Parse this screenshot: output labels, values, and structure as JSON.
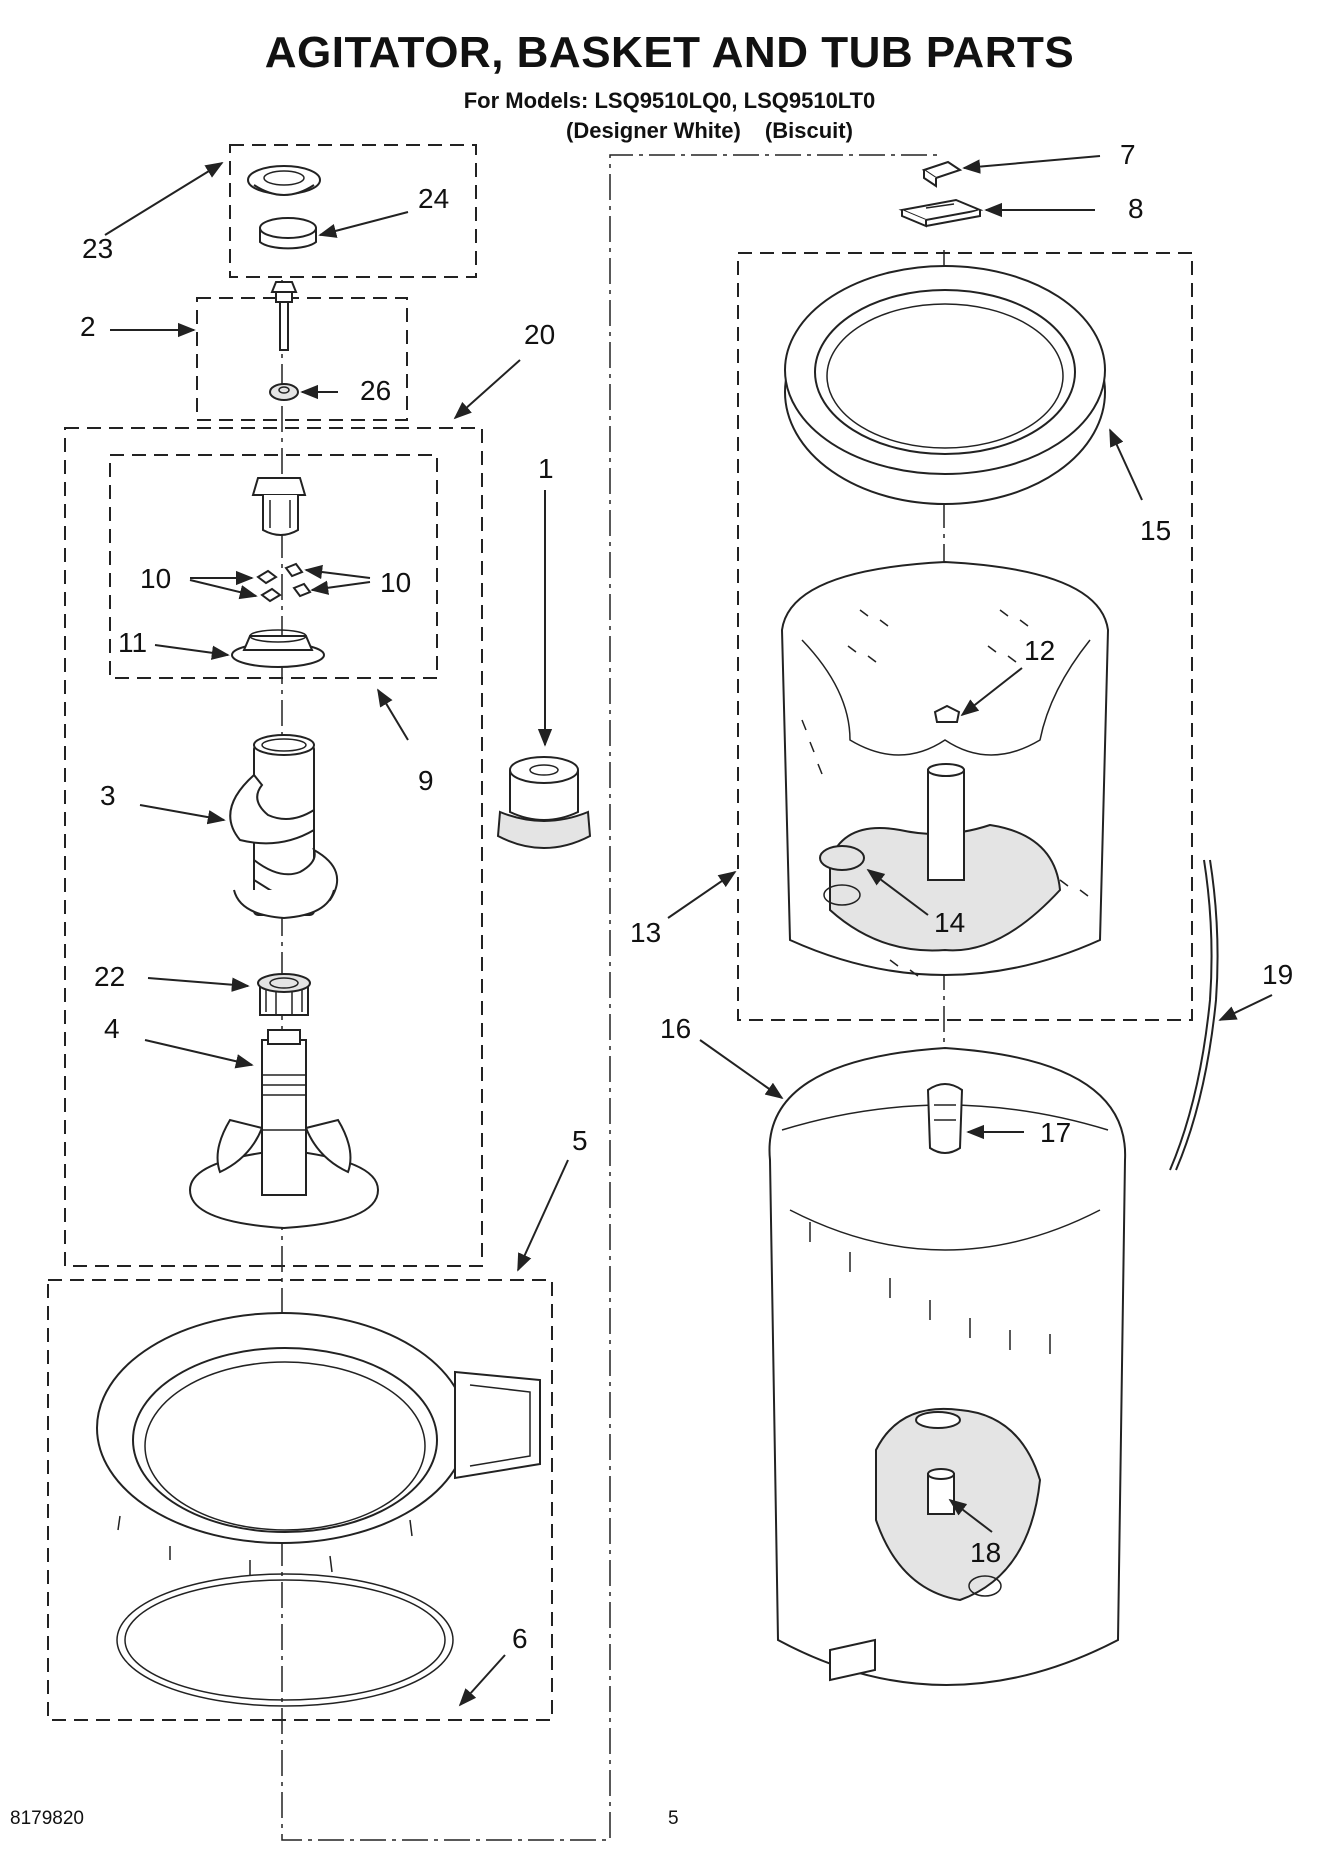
{
  "title": "AGITATOR, BASKET AND TUB PARTS",
  "models_line": "For Models: LSQ9510LQ0, LSQ9510LT0",
  "variants": [
    "(Designer White)",
    "(Biscuit)"
  ],
  "callouts": {
    "c1": "1",
    "c2": "2",
    "c3": "3",
    "c4": "4",
    "c5": "5",
    "c6": "6",
    "c7": "7",
    "c8": "8",
    "c9": "9",
    "c10a": "10",
    "c10b": "10",
    "c11": "11",
    "c12": "12",
    "c13": "13",
    "c14": "14",
    "c15": "15",
    "c16": "16",
    "c17": "17",
    "c18": "18",
    "c19": "19",
    "c20": "20",
    "c22": "22",
    "c23": "23",
    "c24": "24",
    "c26": "26"
  },
  "footer": {
    "doc_number": "8179820",
    "page_number": "5"
  }
}
